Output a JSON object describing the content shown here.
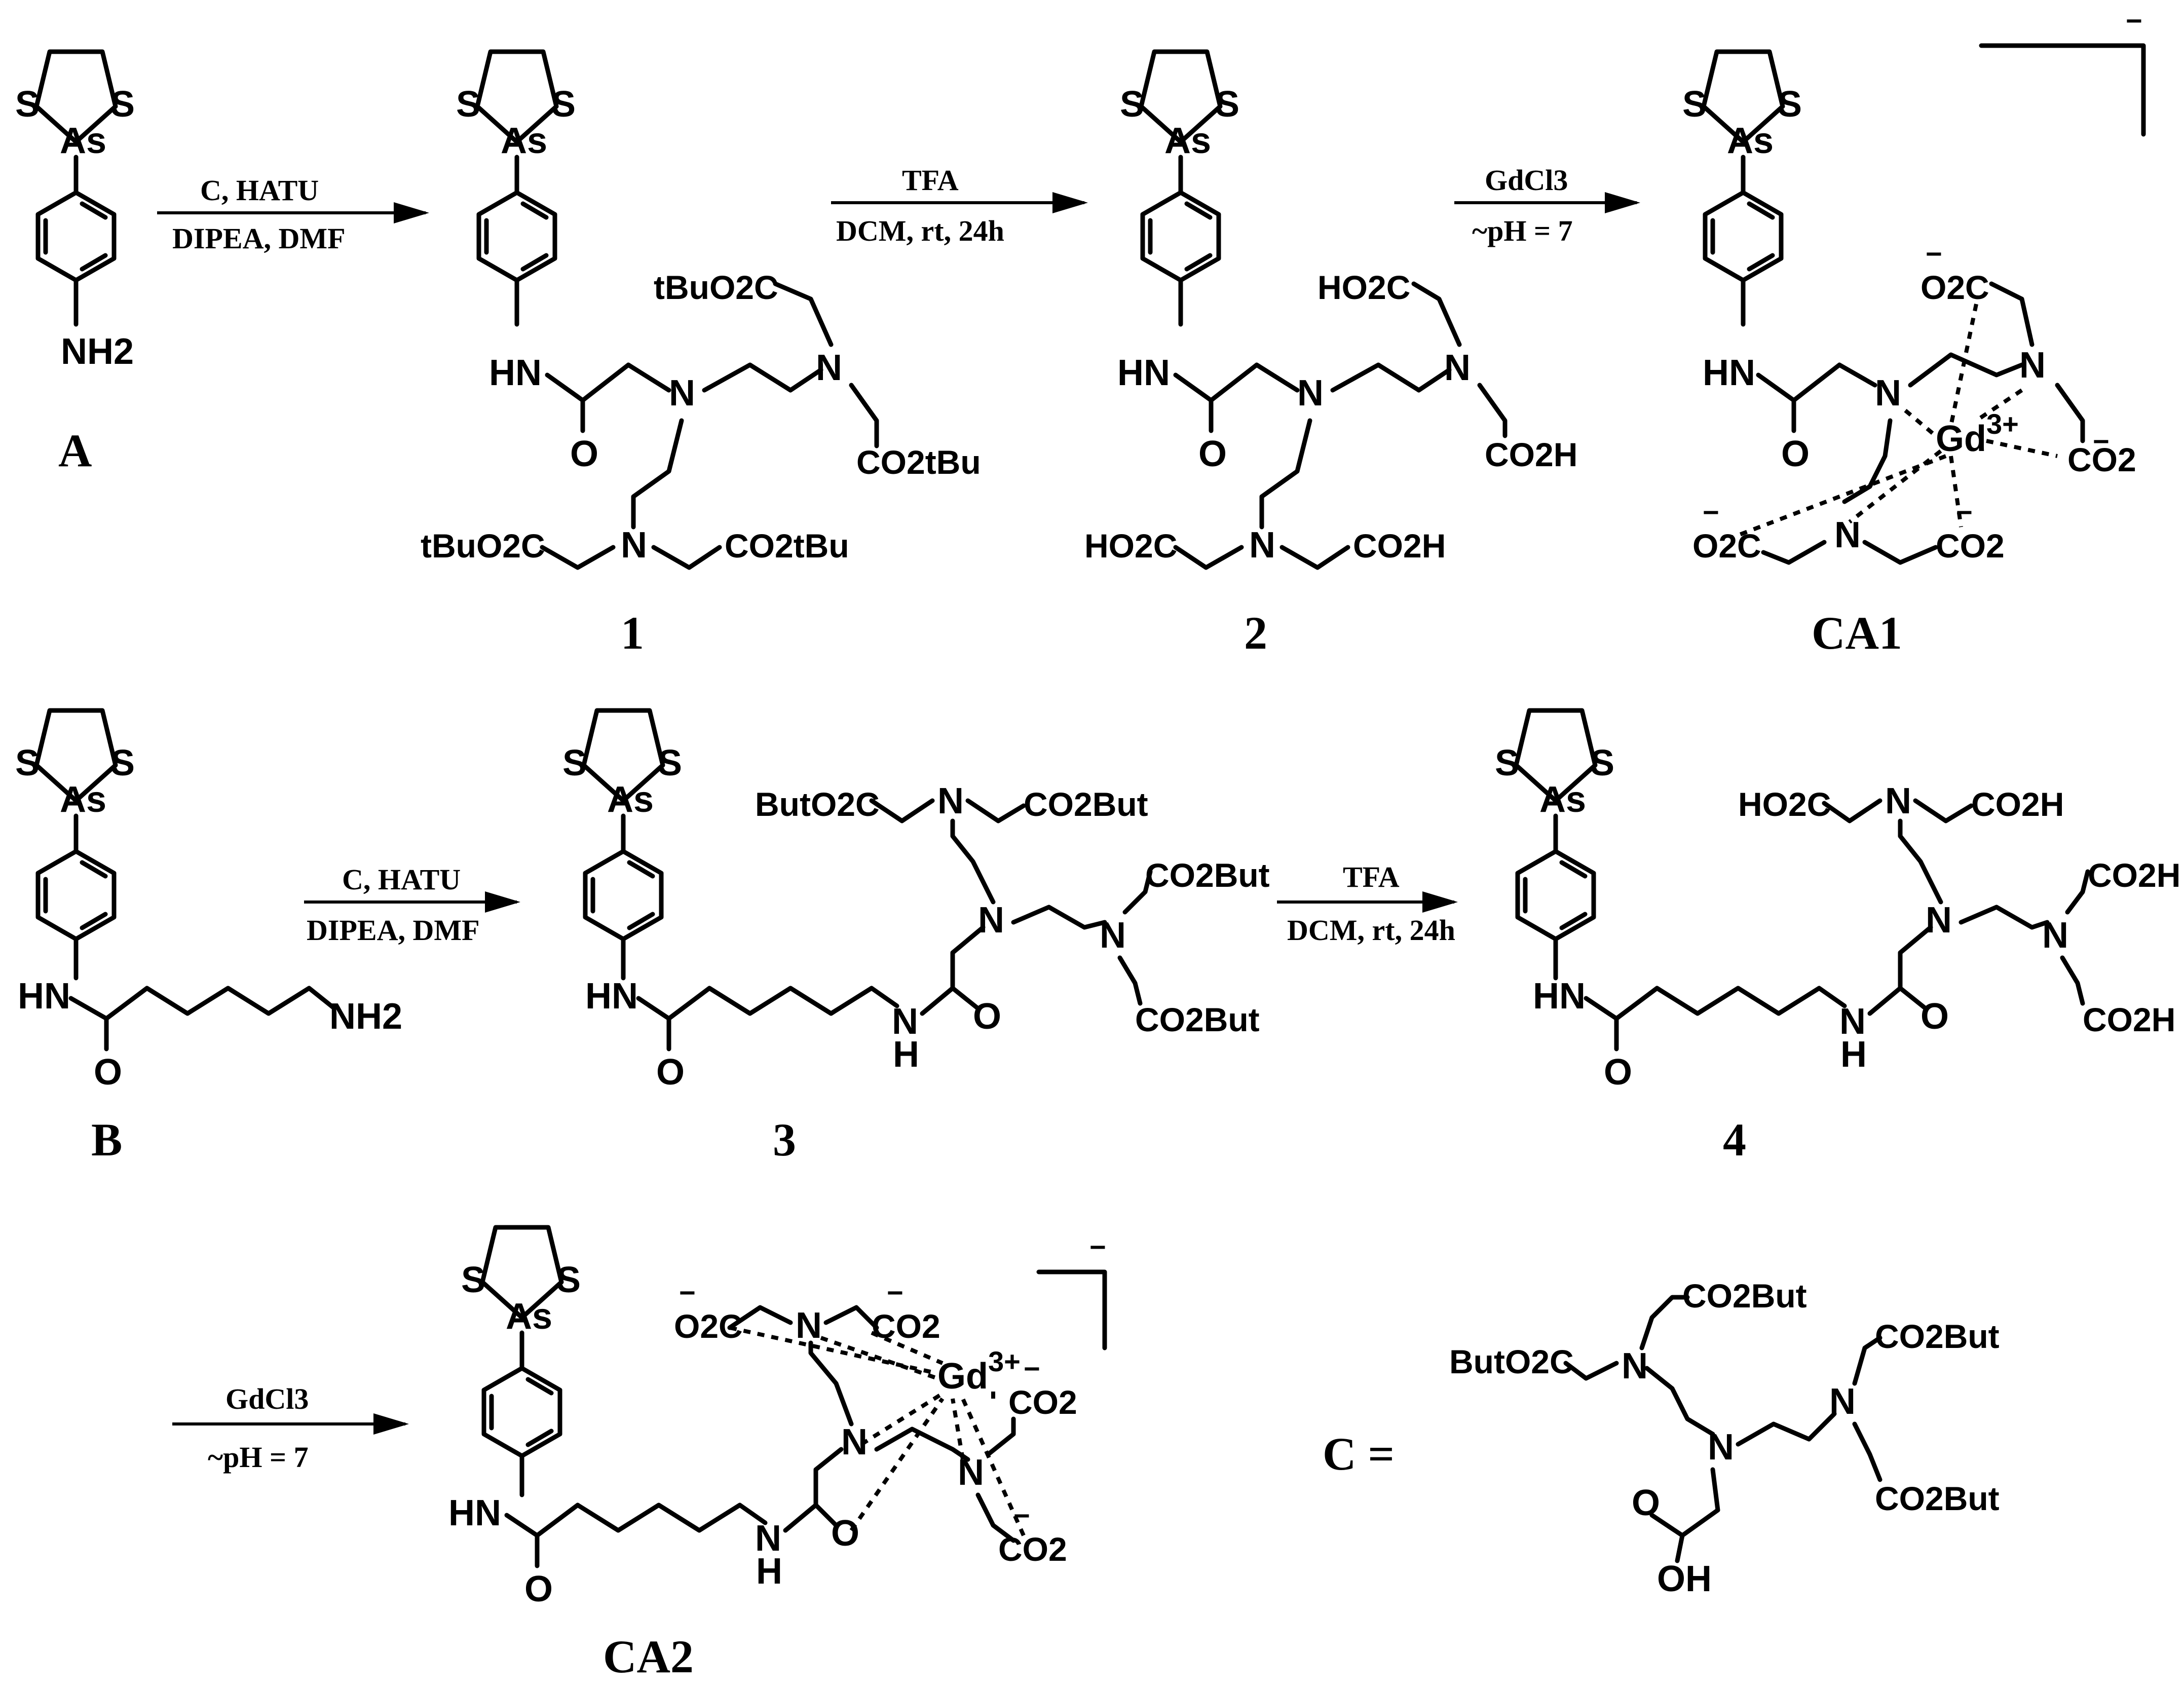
{
  "compounds": {
    "A": "A",
    "B": "B",
    "c1": "1",
    "c2": "2",
    "c3": "3",
    "c4": "4",
    "CA1": "CA1",
    "CA2": "CA2",
    "C_eq": "C ="
  },
  "atoms": {
    "S": "S",
    "As": "As",
    "N": "N",
    "O": "O",
    "NH2": "NH2",
    "HN": "HN",
    "H": "H",
    "OH": "OH",
    "Gd": "Gd",
    "Gd_charge": "3+"
  },
  "groups": {
    "tBuO2C": "tBuO2C",
    "CO2tBu": "CO2tBu",
    "HO2C": "HO2C",
    "CO2H": "CO2H",
    "ButO2C": "ButO2C",
    "CO2But": "CO2But",
    "O2C": "O2C",
    "CO2": "CO2",
    "minus": "−"
  },
  "conditions": {
    "r1_top": "C, HATU",
    "r1_bot": "DIPEA, DMF",
    "r2_top": "TFA",
    "r2_bot": "DCM, rt, 24h",
    "r3_top": "GdCl3",
    "r3_bot": "~pH = 7",
    "r4_top": "C, HATU",
    "r4_bot": "DIPEA, DMF",
    "r5_top": "TFA",
    "r5_bot": "DCM, rt, 24h",
    "r6_top": "GdCl3",
    "r6_bot": "~pH = 7"
  }
}
